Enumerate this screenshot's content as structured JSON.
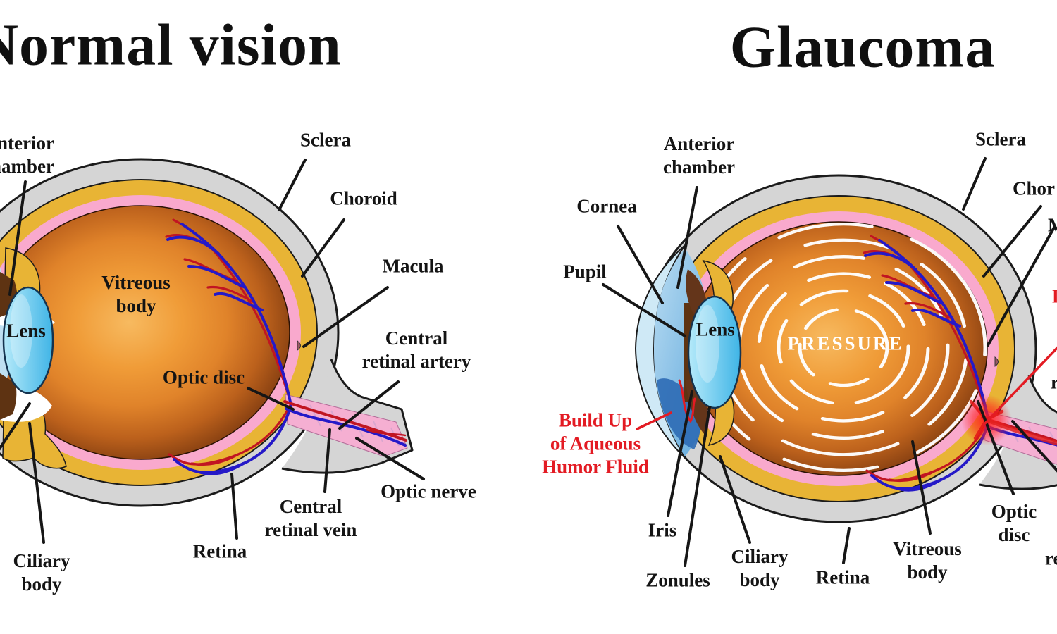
{
  "titles": {
    "normal": "Normal vision",
    "glaucoma": "Glaucoma"
  },
  "normal_labels": {
    "anterior_chamber": [
      "Anterior",
      "chamber"
    ],
    "sclera": "Sclera",
    "choroid": "Choroid",
    "macula": "Macula",
    "central_retinal_artery": [
      "Central",
      "retinal artery"
    ],
    "optic_nerve": "Optic nerve",
    "central_retinal_vein": [
      "Central",
      "retinal vein"
    ],
    "retina": "Retina",
    "ciliary_body": [
      "Ciliary",
      "body"
    ],
    "vitreous_body": [
      "Vitreous",
      "body"
    ],
    "lens": "Lens",
    "optic_disc": "Optic disc"
  },
  "glaucoma_labels": {
    "anterior_chamber": [
      "Anterior",
      "chamber"
    ],
    "cornea": "Cornea",
    "pupil": "Pupil",
    "lens": "Lens",
    "pressure": "PRESSURE",
    "aqueous_buildup": [
      "Build Up",
      "of Aqueous",
      "Humor Fluid"
    ],
    "iris": "Iris",
    "zonules": "Zonules",
    "ciliary_body": [
      "Ciliary",
      "body"
    ],
    "retina": "Retina",
    "vitreous_body": [
      "Vitreous",
      "body"
    ],
    "optic_disc": [
      "Optic",
      "disc"
    ],
    "sclera": "Sclera",
    "choroid_clipped": "Chor",
    "macula_clipped": "M",
    "damage_clipped": "D",
    "retinal_clipped": "r",
    "vein_clipped": "re"
  },
  "colors": {
    "background": "#ffffff",
    "label_text": "#141414",
    "red_label": "#E31B23",
    "sclera_gray": "#D5D5D5",
    "outline": "#1b1b1b",
    "choroid_gold": "#E8B435",
    "retina_pink": "#F9A9CD",
    "nerve_band_pink": "#F5AFD2",
    "vitreous_center": "#F7B95E",
    "vitreous_edge": "#713711",
    "lens_blue": "#49BBEA",
    "cornea_pale_blue": "#CFE9F6",
    "aqueous_fluid_blue": "#2F6DB5",
    "vessel_red": "#C11522",
    "vessel_blue": "#2519C8",
    "pressure_arcs": "#FFFFFF",
    "damage_burst_red": "#FF2020"
  }
}
